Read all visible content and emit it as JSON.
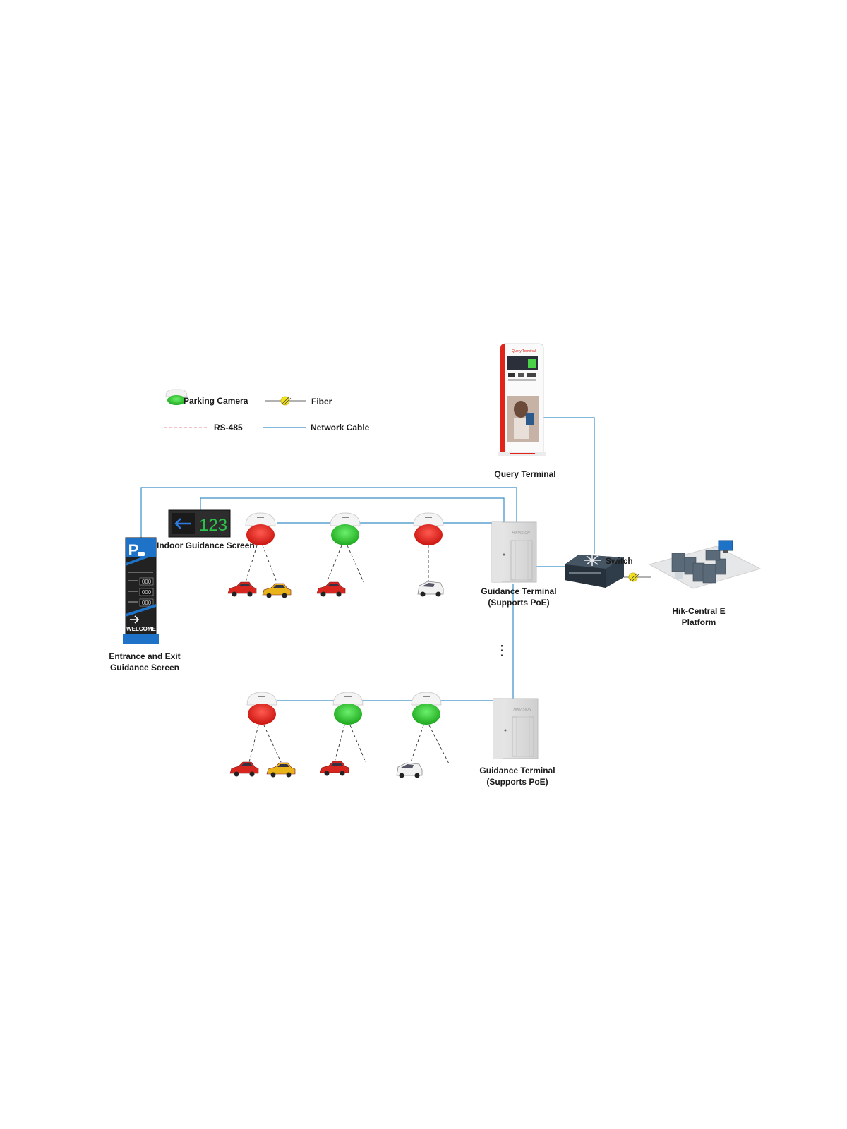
{
  "legend": {
    "parking_camera": "Parking Camera",
    "fiber": "Fiber",
    "rs485": "RS-485",
    "network_cable": "Network Cable"
  },
  "devices": {
    "query_terminal": "Query Terminal",
    "query_terminal_screen_title": "Query Terminal",
    "indoor_guidance_screen": "Indoor Guidance Screen",
    "indoor_screen_number": "123",
    "entrance_exit_line1": "Entrance and Exit",
    "entrance_exit_line2": "Guidance Screen",
    "entrance_sign_welcome": "WELCOME",
    "entrance_sign_letter": "P",
    "entrance_sign_counts": [
      "000",
      "000",
      "000"
    ],
    "guidance_terminal_1_line1": "Guidance Terminal",
    "guidance_terminal_1_line2": "(Supports PoE)",
    "guidance_terminal_2_line1": "Guidance Terminal",
    "guidance_terminal_2_line2": "(Supports PoE)",
    "cabinet_brand": "HIKVISION",
    "switch": "Switch",
    "platform_line1": "Hik-Central E",
    "platform_line2": "Platform",
    "ellipsis": "⋮"
  },
  "cameras": {
    "row1": [
      "red",
      "green",
      "red"
    ],
    "row2": [
      "red",
      "green",
      "green"
    ]
  },
  "colors": {
    "network_cable": "#3a8fc8",
    "rs485": "#e88a8a",
    "camera_red": "#e8251f",
    "camera_green": "#2cc12c",
    "sign_blue": "#1e73c8",
    "fiber_yellow": "#f2e21a"
  }
}
